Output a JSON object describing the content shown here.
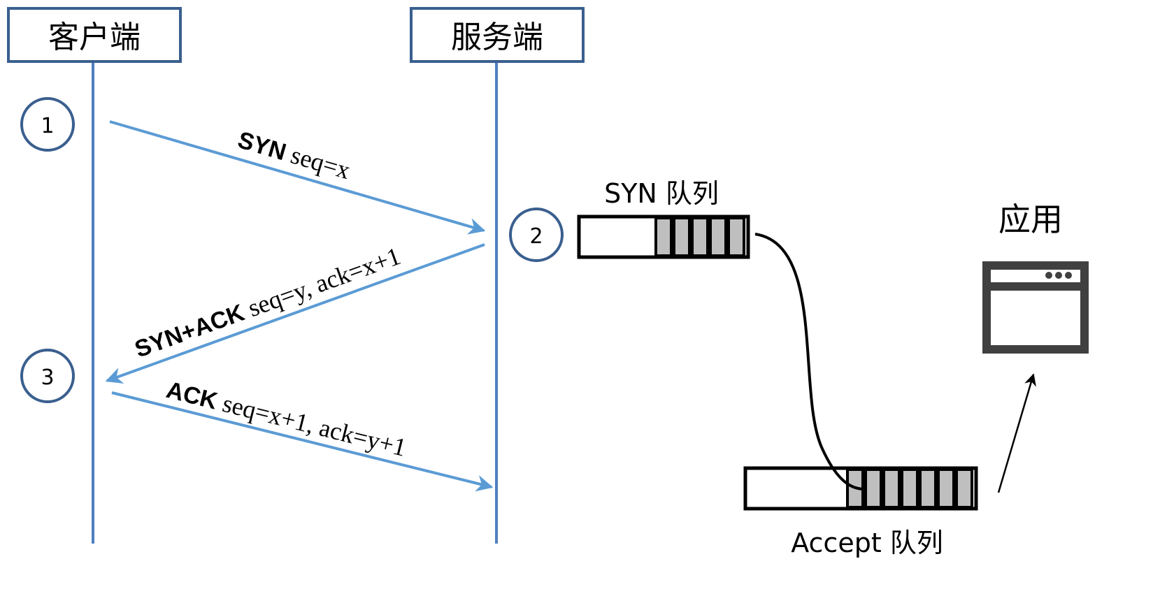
{
  "title": "TCP three-way handshake with SYN and Accept queues",
  "participants": {
    "client": "客户端",
    "server": "服务端"
  },
  "steps": [
    "1",
    "2",
    "3"
  ],
  "messages": [
    {
      "bold": "SYN",
      "text": " seq=x",
      "direction": "client-to-server"
    },
    {
      "bold": "SYN+ACK",
      "text": " seq=y, ack=x+1",
      "direction": "server-to-client"
    },
    {
      "bold": "ACK",
      "text": " seq=x+1, ack=y+1",
      "direction": "client-to-server"
    }
  ],
  "queues": {
    "syn": {
      "label": "SYN 队列",
      "filled_slots": 5
    },
    "accept": {
      "label": "Accept 队列",
      "filled_slots": 7
    }
  },
  "application": {
    "label": "应用",
    "icon": "browser-window-icon"
  },
  "colors": {
    "header_border": "#3a5f8f",
    "lifeline": "#4f7fbf",
    "arrow": "#5b9bd5",
    "circle": "#3a5f8f",
    "slot_fill": "#bfbfbf",
    "app_icon": "#404040"
  }
}
